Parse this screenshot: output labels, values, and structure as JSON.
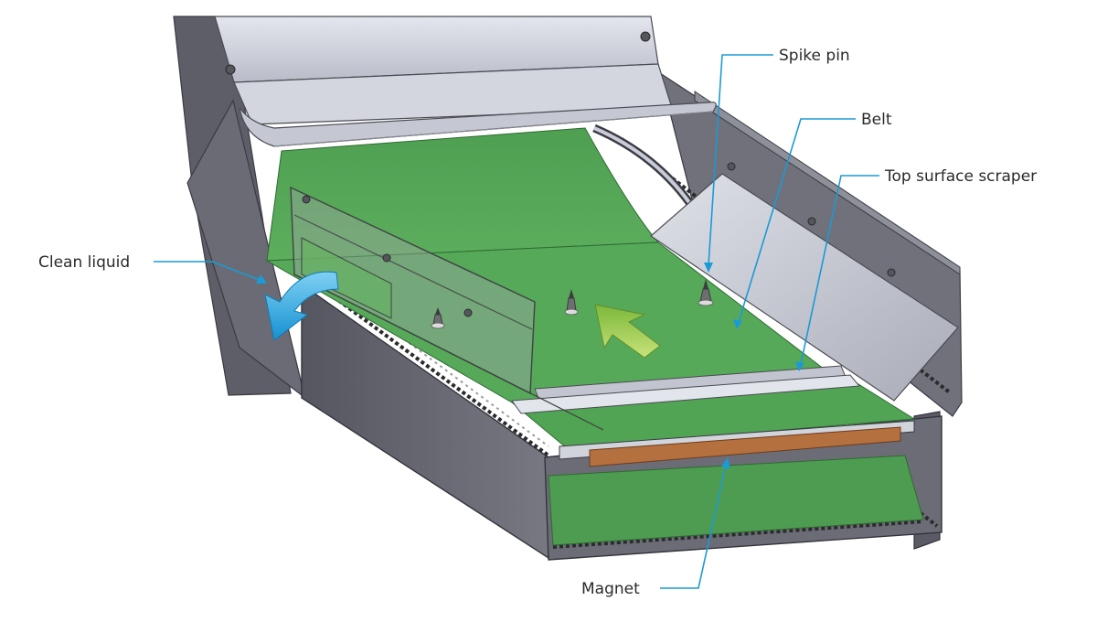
{
  "labels": {
    "spike_pin": "Spike pin",
    "belt": "Belt",
    "top_surface_scraper": "Top surface scraper",
    "clean_liquid": "Clean liquid",
    "magnet": "Magnet"
  },
  "colors": {
    "belt_green": "#55a857",
    "frame_grey": "#6b6c76",
    "frame_light": "#c9ccd6",
    "magnet_brown": "#b4703f",
    "leader_blue": "#1a9ad6",
    "flow_arrow_blue": "#1ea3e0",
    "direction_arrow_green": "#8bc43f"
  },
  "icons": [
    "clean-liquid-flow-arrow",
    "belt-direction-arrow",
    "spike-pin-icon"
  ]
}
